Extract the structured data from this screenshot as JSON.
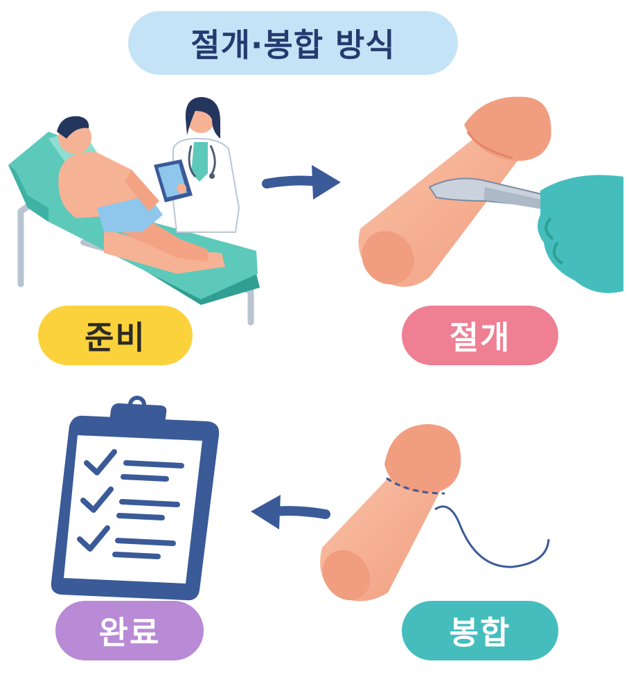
{
  "title": "절개·봉합 방식",
  "steps": {
    "prep": "준비",
    "incision": "절개",
    "suture": "봉합",
    "complete": "완료"
  },
  "colors": {
    "title_bg": "#c4e3f6",
    "title_text": "#253a6e",
    "prep": "#fbd23c",
    "incision": "#ef7f93",
    "suture": "#45bdbd",
    "complete": "#b98ad6",
    "arrow": "#3a5a98",
    "skin": "#f6b294",
    "bed": "#5cc9bb"
  },
  "icons": [
    "patient-on-bed-icon",
    "doctor-with-clipboard-icon",
    "scalpel-icon",
    "gloved-hand-icon",
    "suture-thread-icon",
    "checklist-clipboard-icon",
    "arrow-right-icon",
    "arrow-left-icon"
  ]
}
